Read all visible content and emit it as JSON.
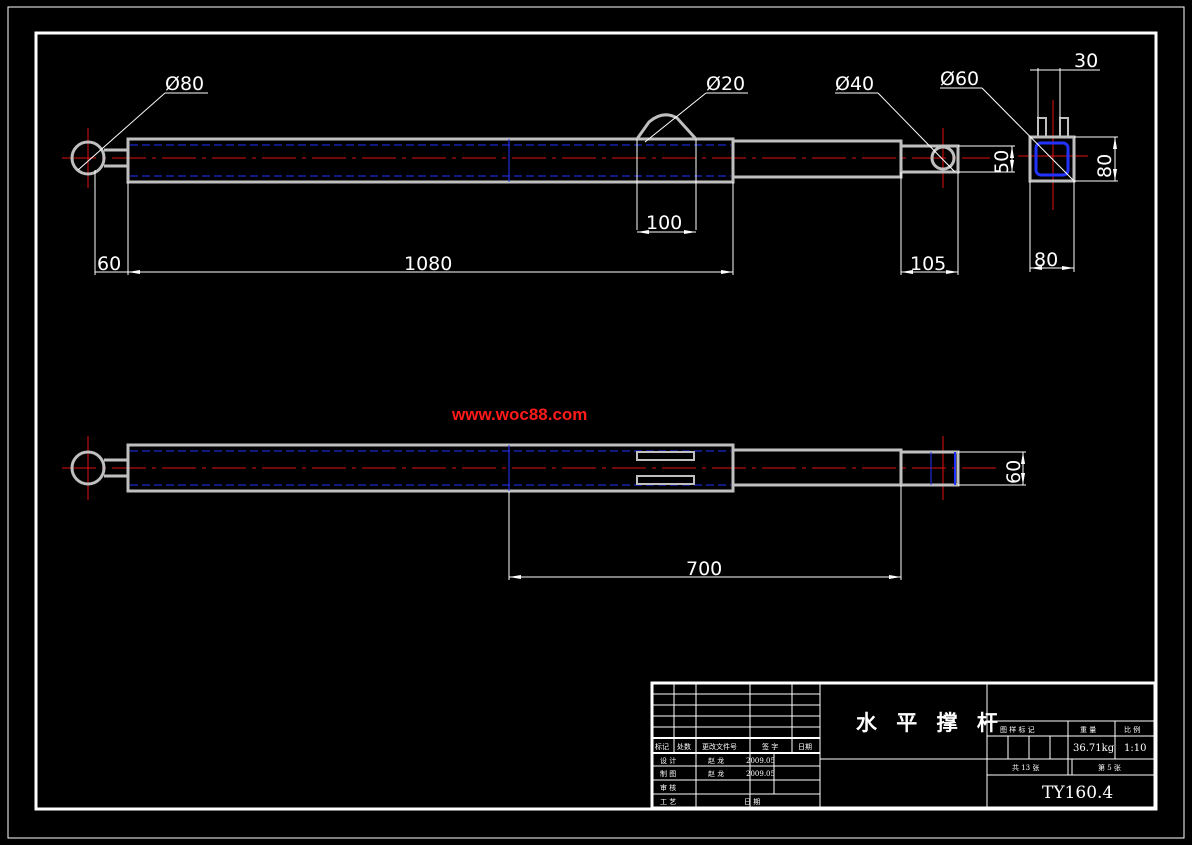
{
  "watermark": "www.woc88.com",
  "colors": {
    "background": "#000000",
    "frame": "#ffffff",
    "body": "#bfbfbf",
    "hidden": "#2233ff",
    "centerline": "#e01010",
    "dimension": "#ffffff",
    "watermark": "#ff1a1a"
  },
  "dimensions": {
    "d80": "Ø80",
    "d20": "Ø20",
    "d40": "Ø40",
    "d60": "Ø60",
    "w30": "30",
    "h50": "50",
    "h80": "80",
    "w80": "80",
    "l100": "100",
    "l60": "60",
    "l1080": "1080",
    "l105": "105",
    "l700": "700",
    "h60": "60"
  },
  "title_block": {
    "drawing_title": "水 平 撑 杆",
    "drawing_number": "TY160.4",
    "headers": {
      "stage_mark": "图 样 标 记",
      "weight": "重 量",
      "scale": "比 例"
    },
    "weight_value": "36.71kg",
    "scale_value": "1:10",
    "sheet_total": "共 13 张",
    "sheet_no": "第 5 张",
    "rev_headers": {
      "mark": "标记",
      "count": "处数",
      "doc": "更改文件号",
      "sign": "签 字",
      "date": "日期"
    },
    "rows": [
      {
        "role": "设 计",
        "name": "赵 龙",
        "date": "2009.05"
      },
      {
        "role": "制 图",
        "name": "赵 龙",
        "date": "2009.05"
      },
      {
        "role": "审 核",
        "name": "",
        "date": ""
      },
      {
        "role": "工 艺",
        "name": "",
        "date": "日 期"
      }
    ]
  }
}
